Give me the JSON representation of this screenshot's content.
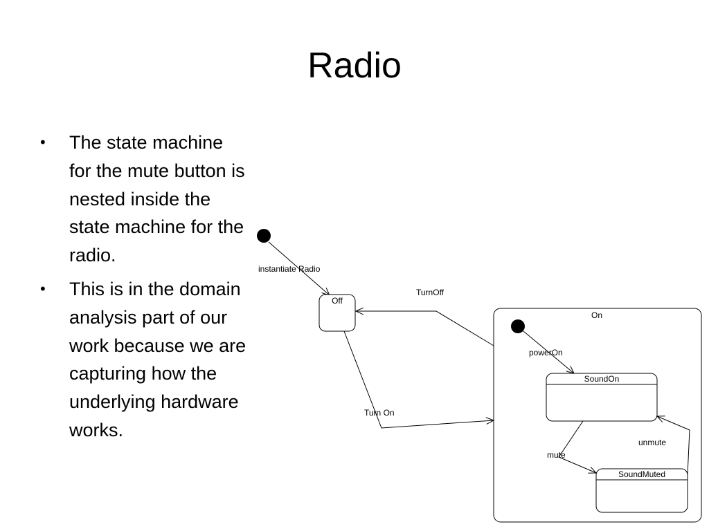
{
  "slide": {
    "title": "Radio",
    "bullets": [
      "The state machine for the mute button is nested inside the state machine for the radio.",
      "This is in the domain analysis part of our work because we are capturing how the underlying hardware works."
    ],
    "bullet_glyph": "•"
  },
  "diagram": {
    "states": {
      "off": "Off",
      "on": "On",
      "sound_on": "SoundOn",
      "sound_muted": "SoundMuted"
    },
    "transitions": {
      "instantiate": "instantiate Radio",
      "turn_off": "TurnOff",
      "turn_on": "Turn On",
      "power_on": "powerOn",
      "mute": "mute",
      "unmute": "unmute"
    }
  }
}
